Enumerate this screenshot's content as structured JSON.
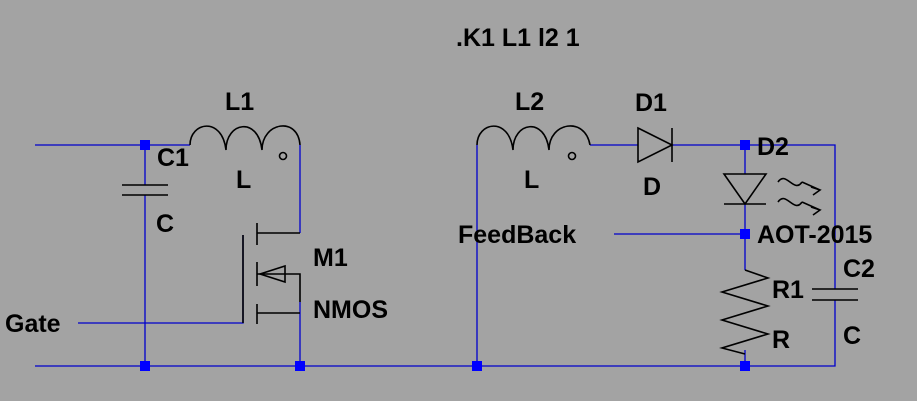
{
  "directive": ".K1 L1 l2 1",
  "net_labels": {
    "gate": "Gate",
    "feedback": "FeedBack"
  },
  "components": {
    "c1": {
      "ref": "C1",
      "value": "C"
    },
    "l1": {
      "ref": "L1",
      "value": "L"
    },
    "m1": {
      "ref": "M1",
      "value": "NMOS"
    },
    "l2": {
      "ref": "L2",
      "value": "L"
    },
    "d1": {
      "ref": "D1",
      "value": "D"
    },
    "d2": {
      "ref": "D2",
      "value": "AOT-2015"
    },
    "r1": {
      "ref": "R1",
      "value": "R"
    },
    "c2": {
      "ref": "C2",
      "value": "C"
    }
  },
  "colors": {
    "background": "#a3a3a3",
    "wire": "#0000cc",
    "junction": "#0000ff",
    "component": "#000000",
    "text": "#000000"
  }
}
